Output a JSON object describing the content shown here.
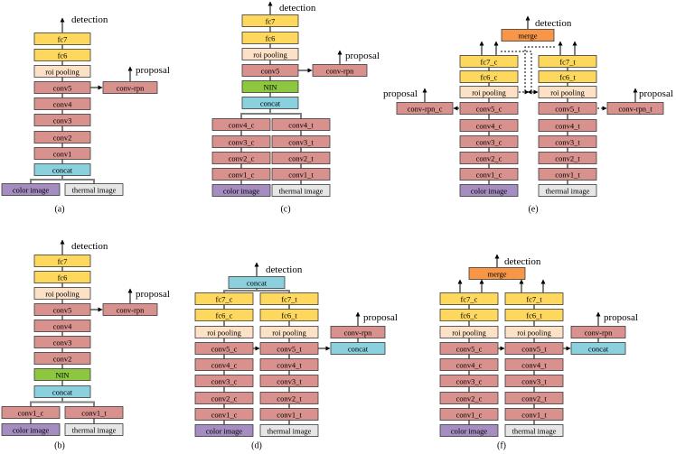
{
  "colors": {
    "yellow": "#fdd85d",
    "peach": "#fde1c6",
    "red": "#d9918e",
    "blue": "#8ad1dd",
    "green": "#8dc63f",
    "purple": "#a58cc1",
    "gray": "#e6e6e6",
    "orange": "#f79646",
    "line": "#7f7f7f"
  },
  "labels": {
    "fc7": "fc7",
    "fc6": "fc6",
    "roi": "roi pooling",
    "conv5": "conv5",
    "conv4": "conv4",
    "conv3": "conv3",
    "conv2": "conv2",
    "conv1": "conv1",
    "concat": "concat",
    "nin": "NIN",
    "merge": "merge",
    "rpn": "conv-rpn",
    "rpn_c": "conv-rpn_c",
    "rpn_t": "conv-rpn_t",
    "color_image": "color image",
    "thermal_image": "thermal image",
    "detection": "detection",
    "proposal": "proposal",
    "fc7_c": "fc7_c",
    "fc6_c": "fc6_c",
    "conv5_c": "conv5_c",
    "conv4_c": "conv4_c",
    "conv3_c": "conv3_c",
    "conv2_c": "conv2_c",
    "conv1_c": "conv1_c",
    "fc7_t": "fc7_t",
    "fc6_t": "fc6_t",
    "conv5_t": "conv5_t",
    "conv4_t": "conv4_t",
    "conv3_t": "conv3_t",
    "conv2_t": "conv2_t",
    "conv1_t": "conv1_t"
  },
  "captions": {
    "a": "(a)",
    "b": "(b)",
    "c": "(c)",
    "d": "(d)",
    "e": "(e)",
    "f": "(f)"
  }
}
